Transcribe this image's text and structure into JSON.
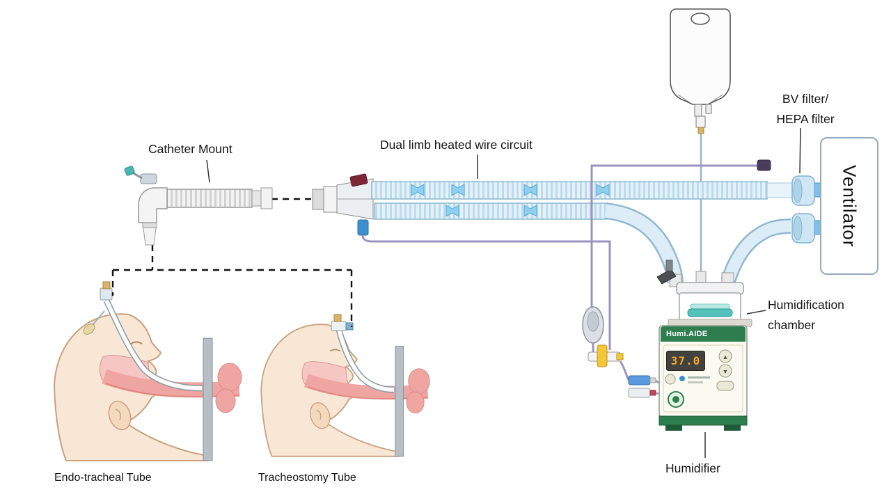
{
  "diagram": {
    "labels": {
      "catheter_mount": "Catheter Mount",
      "dual_limb_circuit": "Dual limb heated wire circuit",
      "bv_filter_line1": "BV filter/",
      "bv_filter_line2": "HEPA filter",
      "ventilator": "Ventilator",
      "humidification_chamber_line1": "Humidification",
      "humidification_chamber_line2": "chamber",
      "humidifier": "Humidifier",
      "endo_tracheal_tube": "Endo-tracheal Tube",
      "tracheostomy_tube": "Tracheostomy Tube"
    },
    "humidifier_device": {
      "brand": "Humi.AIDE",
      "display_value": "37.0",
      "buttons": {
        "up": "▲",
        "down": "▼"
      }
    },
    "colors": {
      "circuit_tube": "#dcedf8",
      "tube_outline": "#8fb8d0",
      "skin": "#f8e7d4",
      "airway_pink": "#efa5a2",
      "device_green": "#2e7d4f",
      "display_amber": "#f5a623",
      "wire_purple": "#9a93c0",
      "stopcock_yellow": "#f0c838"
    }
  }
}
